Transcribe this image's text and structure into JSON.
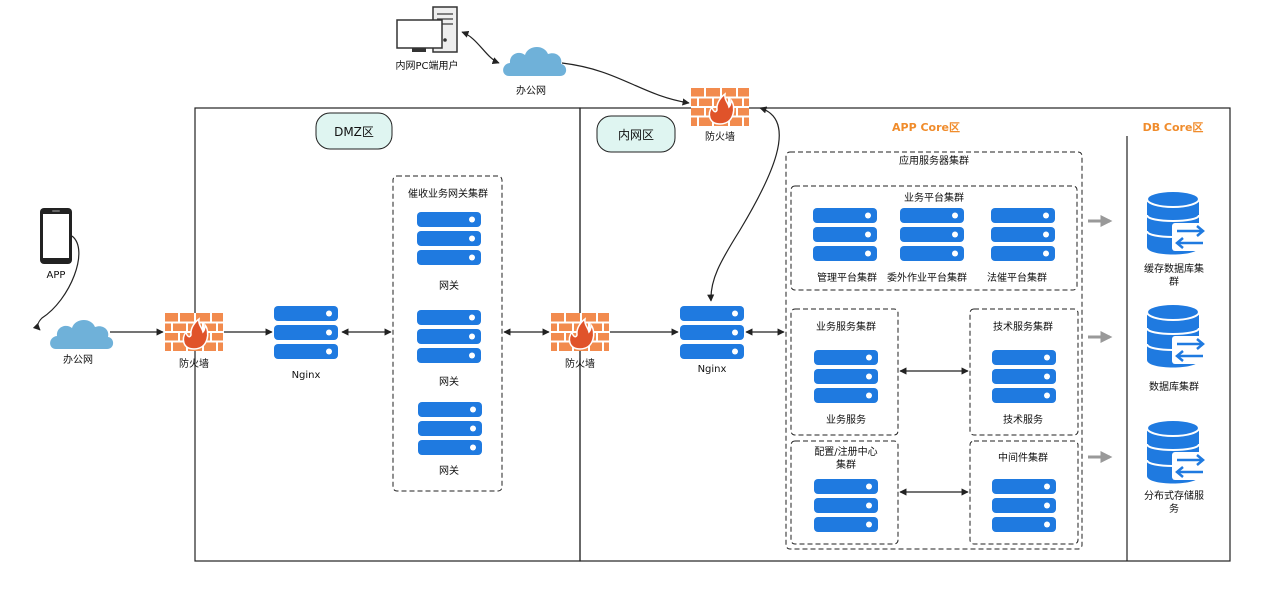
{
  "colors": {
    "server": "#1f7ae0",
    "cloud": "#6fb1d9",
    "firewall": "#f28b4e",
    "firewall_flame": "#e0532a",
    "zone_label_bg": "#dff5f1",
    "accent_text": "#f08c2c",
    "line": "#222222",
    "gray_arrow": "#999999"
  },
  "top": {
    "pc_label": "内网PC端用户",
    "office_net_label": "办公网",
    "firewall_label": "防火墙"
  },
  "left": {
    "app_label": "APP",
    "office_net_label": "办公网",
    "firewall_label": "防火墙",
    "nginx_label": "Nginx"
  },
  "dmz": {
    "zone_label": "DMZ区",
    "gateway_cluster_title": "催收业务网关集群",
    "gateways": [
      "网关",
      "网关",
      "网关"
    ]
  },
  "inner": {
    "zone_label": "内网区",
    "firewall_label": "防火墙",
    "nginx_label": "Nginx"
  },
  "app_core": {
    "zone_label": "APP Core区",
    "app_server_cluster_title": "应用服务器集群",
    "platform_cluster_title": "业务平台集群",
    "platform_items": [
      "管理平台集群",
      "委外作业平台集群",
      "法催平台集群"
    ],
    "biz_service_cluster_title": "业务服务集群",
    "biz_service_label": "业务服务",
    "tech_service_cluster_title": "技术服务集群",
    "tech_service_label": "技术服务",
    "config_center_title_line1": "配置/注册中心",
    "config_center_title_line2": "集群",
    "middleware_cluster_title": "中间件集群"
  },
  "db_core": {
    "zone_label": "DB Core区",
    "cache_line1": "缓存数据库集",
    "cache_line2": "群",
    "db_cluster_label": "数据库集群",
    "storage_line1": "分布式存储服",
    "storage_line2": "务"
  }
}
